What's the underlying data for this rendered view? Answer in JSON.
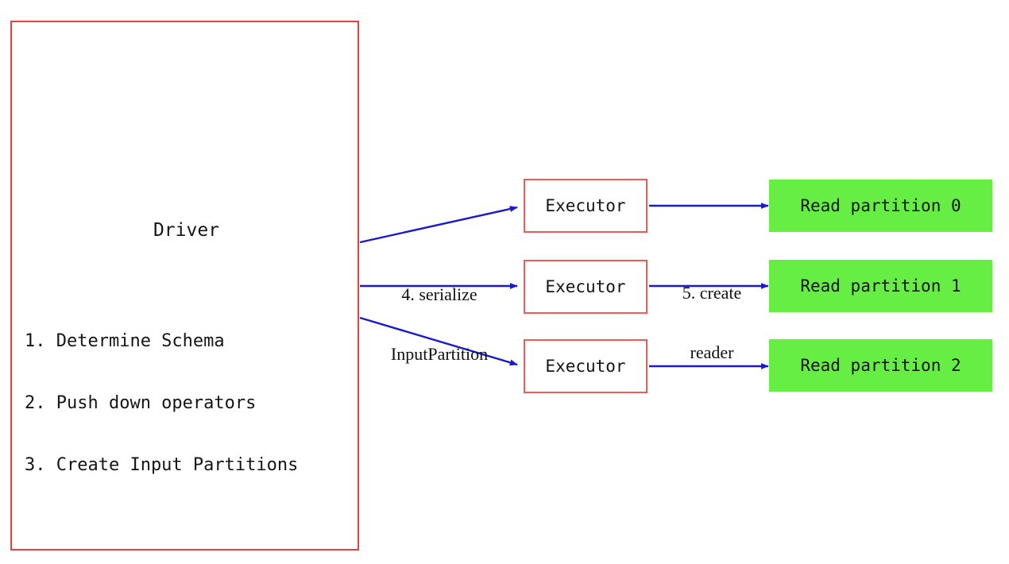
{
  "diagram": {
    "title_semantic": "spark-data-source-v2-read-flow",
    "background_color": "#ffffff",
    "colors": {
      "box_border_red": "#e8413a",
      "executor_border_red": "#f05a52",
      "partition_fill_green": "#66ee44",
      "arrow_blue": "#1a1acc",
      "text_black": "#151515"
    }
  },
  "driver": {
    "label": "Driver",
    "steps": [
      "1. Determine Schema",
      "2. Push down operators",
      "3. Create Input Partitions"
    ]
  },
  "executors": [
    {
      "label": "Executor"
    },
    {
      "label": "Executor"
    },
    {
      "label": "Executor"
    }
  ],
  "partitions": [
    {
      "label": "Read partition 0"
    },
    {
      "label": "Read partition 1"
    },
    {
      "label": "Read partition 2"
    }
  ],
  "arrow_captions": {
    "serialize": "4. serialize\nInputPartition",
    "serialize_line1": "4. serialize",
    "serialize_line2": "InputPartition",
    "create_reader": "5. create\nreader",
    "create_reader_line1": "5. create",
    "create_reader_line2": "reader"
  }
}
